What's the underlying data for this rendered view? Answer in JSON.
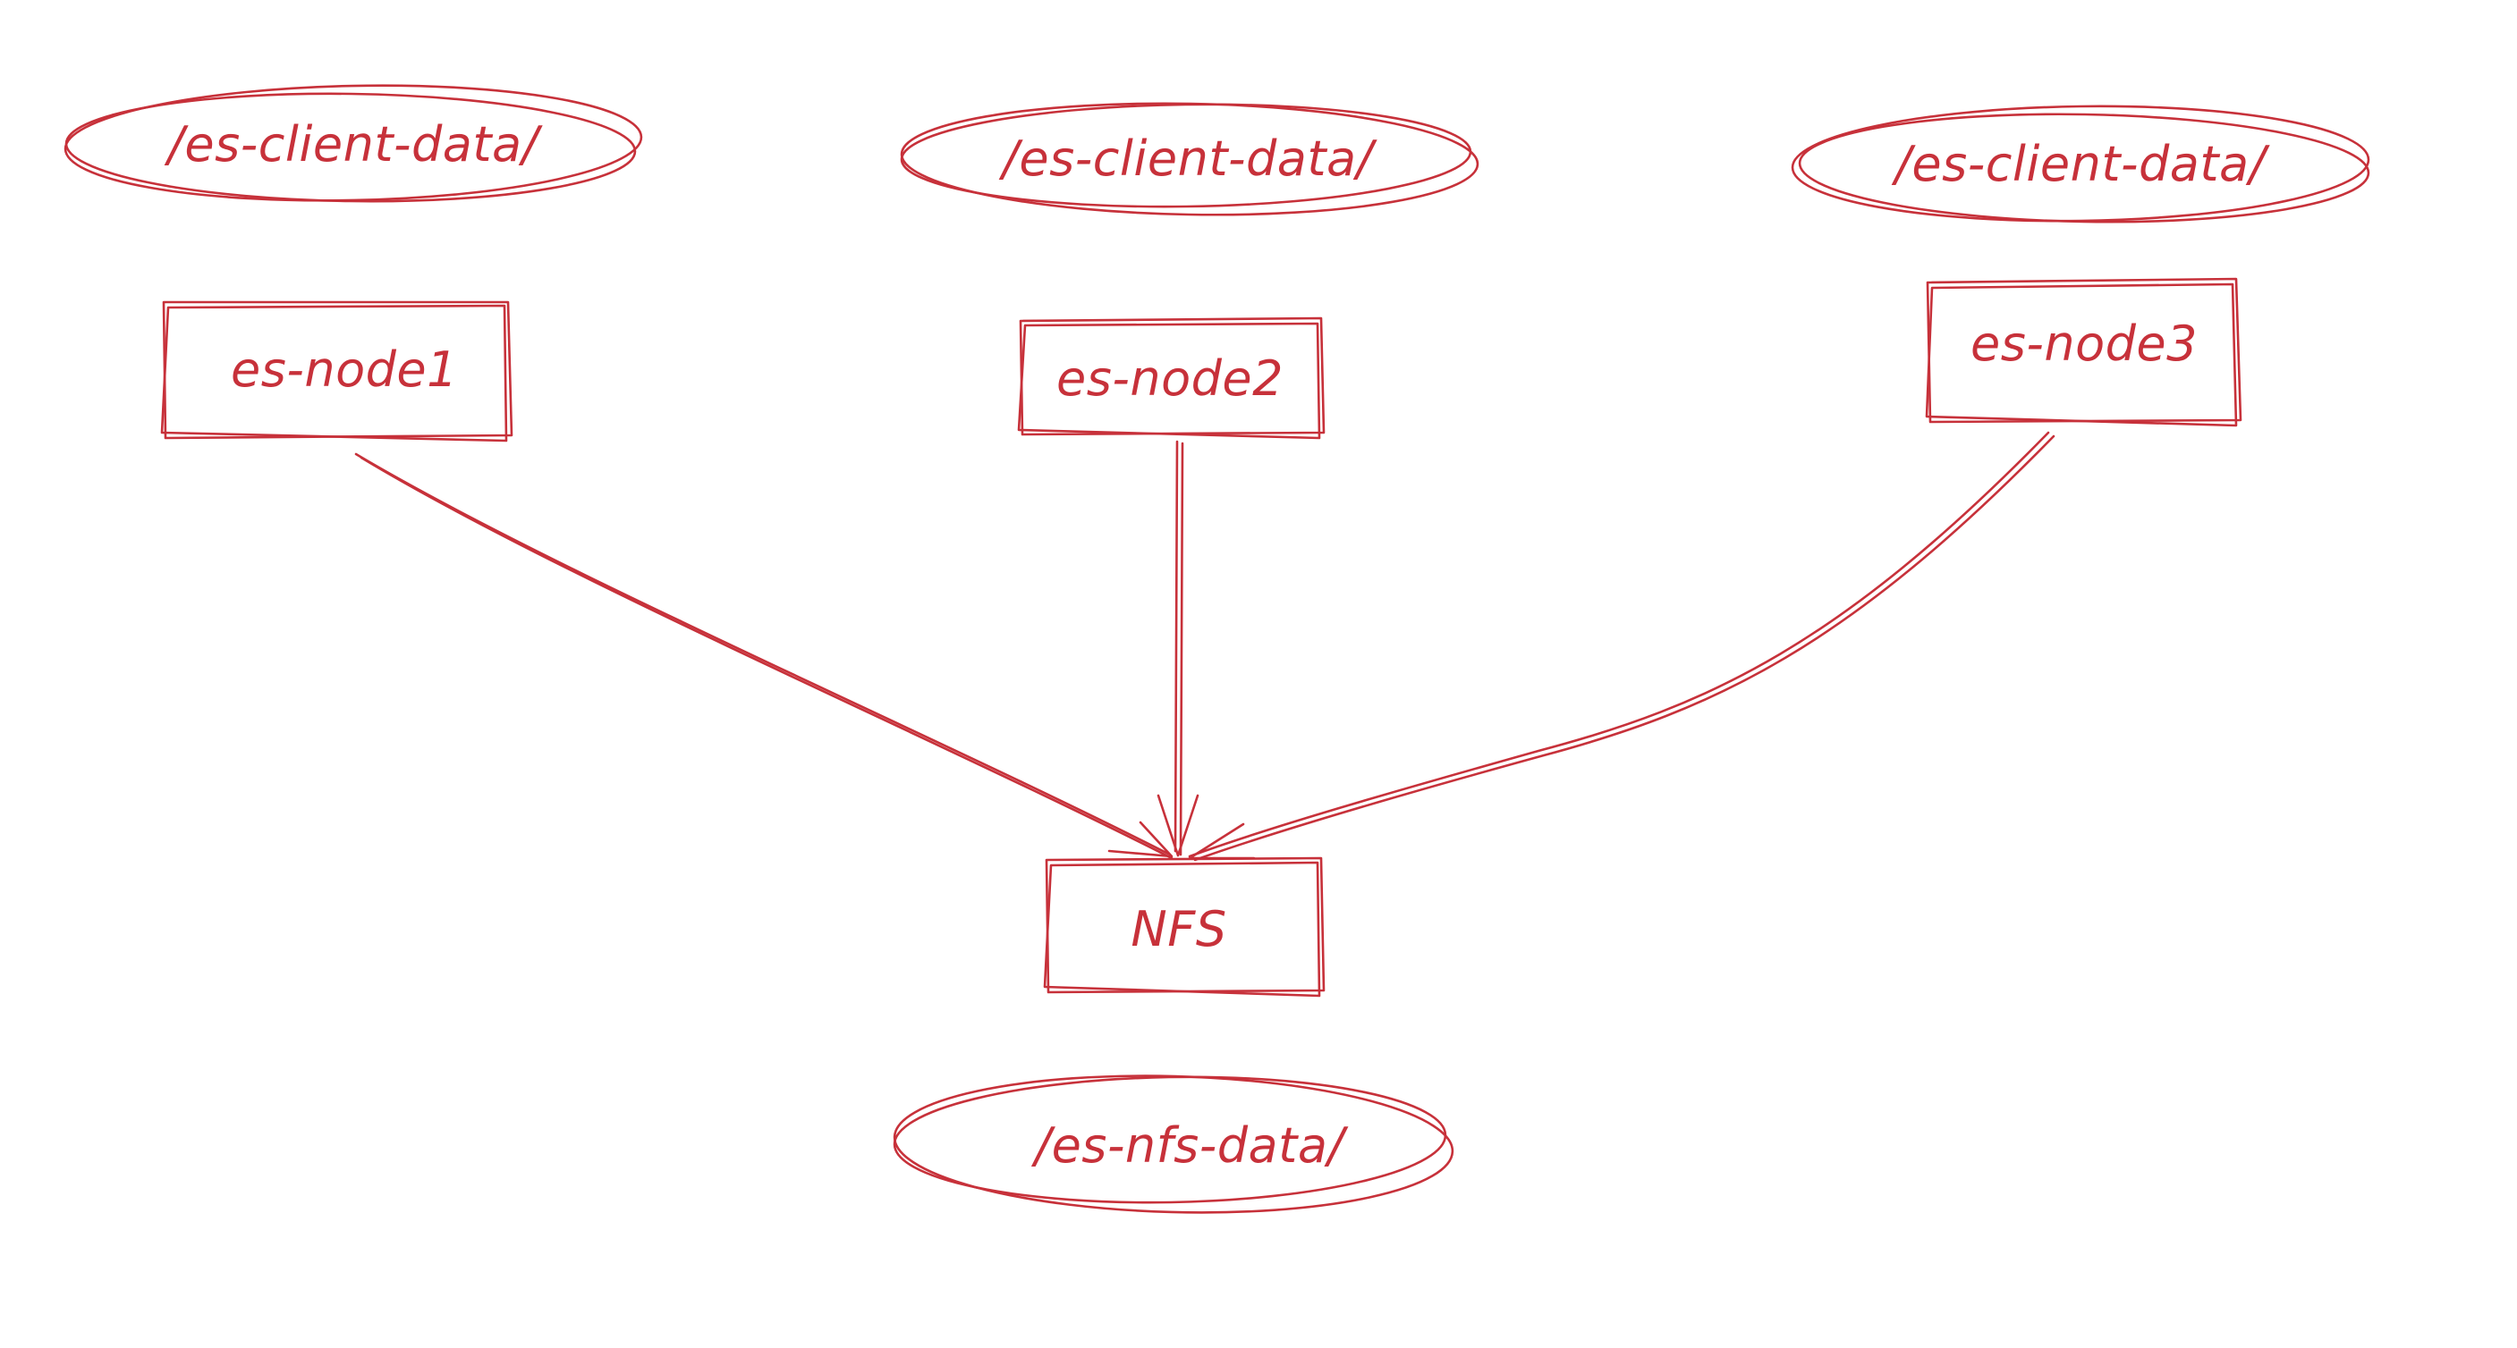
{
  "colors": {
    "stroke": "#c7313a",
    "text": "#c7313a",
    "background": "#ffffff"
  },
  "nodes": {
    "node1": {
      "label": "es-node1",
      "path": "/es-client-data/"
    },
    "node2": {
      "label": "es-node2",
      "path": "/es-client-data/"
    },
    "node3": {
      "label": "es-node3",
      "path": "/es-client-data/"
    },
    "nfs": {
      "label": "NFS",
      "path": "/es-nfs-data/"
    }
  }
}
